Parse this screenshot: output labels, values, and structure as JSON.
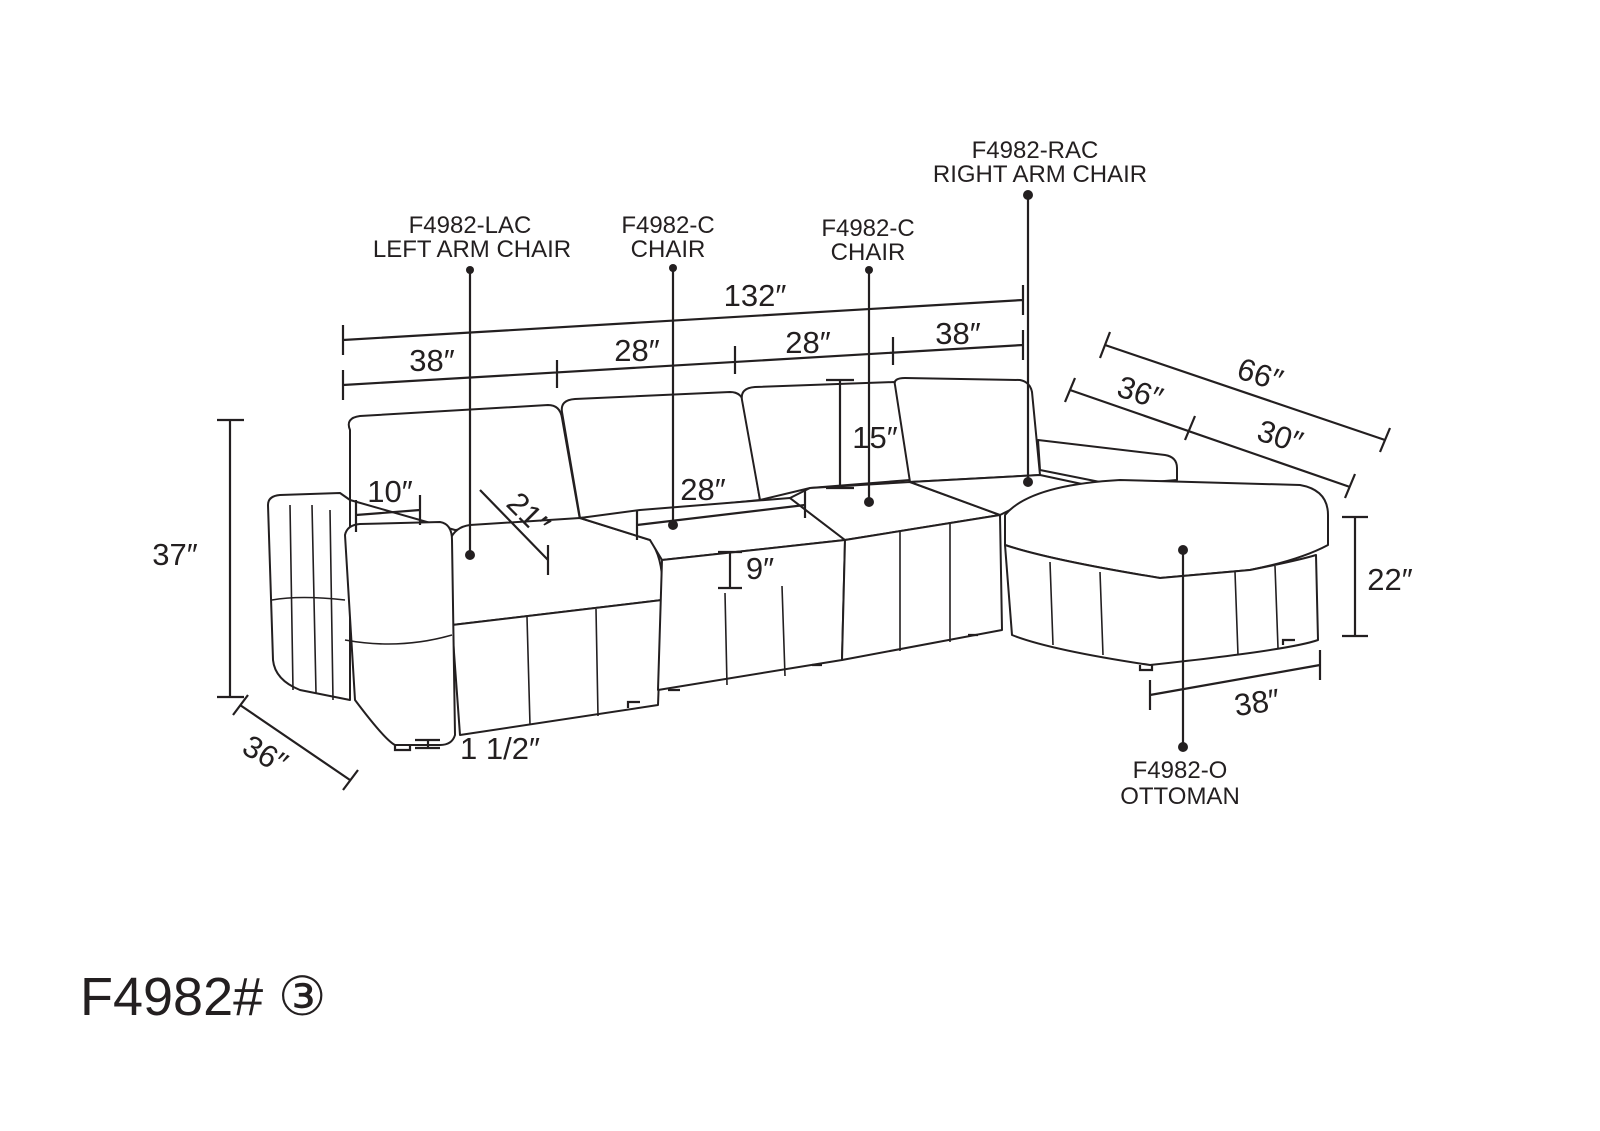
{
  "components": {
    "lac": {
      "code": "F4982-LAC",
      "name": "LEFT ARM CHAIR"
    },
    "chair1": {
      "code": "F4982-C",
      "name": "CHAIR"
    },
    "chair2": {
      "code": "F4982-C",
      "name": "CHAIR"
    },
    "rac": {
      "code": "F4982-RAC",
      "name": "RIGHT ARM CHAIR"
    },
    "ottoman": {
      "code": "F4982-O",
      "name": "OTTOMAN"
    }
  },
  "dimensions": {
    "total_width": "132″",
    "lac_width": "38″",
    "chair1_width": "28″",
    "chair2_width": "28″",
    "rac_width": "38″",
    "height": "37″",
    "depth": "36″",
    "chaise_length": "66″",
    "chaise_seat_depth": "36″",
    "ottoman_depth": "30″",
    "ottoman_height": "22″",
    "ottoman_width": "38″",
    "back_height": "15″",
    "arm_width": "10″",
    "seat_depth": "21″",
    "seat_width": "28″",
    "seat_thickness": "9″",
    "leg_height": "1 1/2″"
  },
  "model": {
    "number": "F4982#",
    "variant": "③"
  }
}
